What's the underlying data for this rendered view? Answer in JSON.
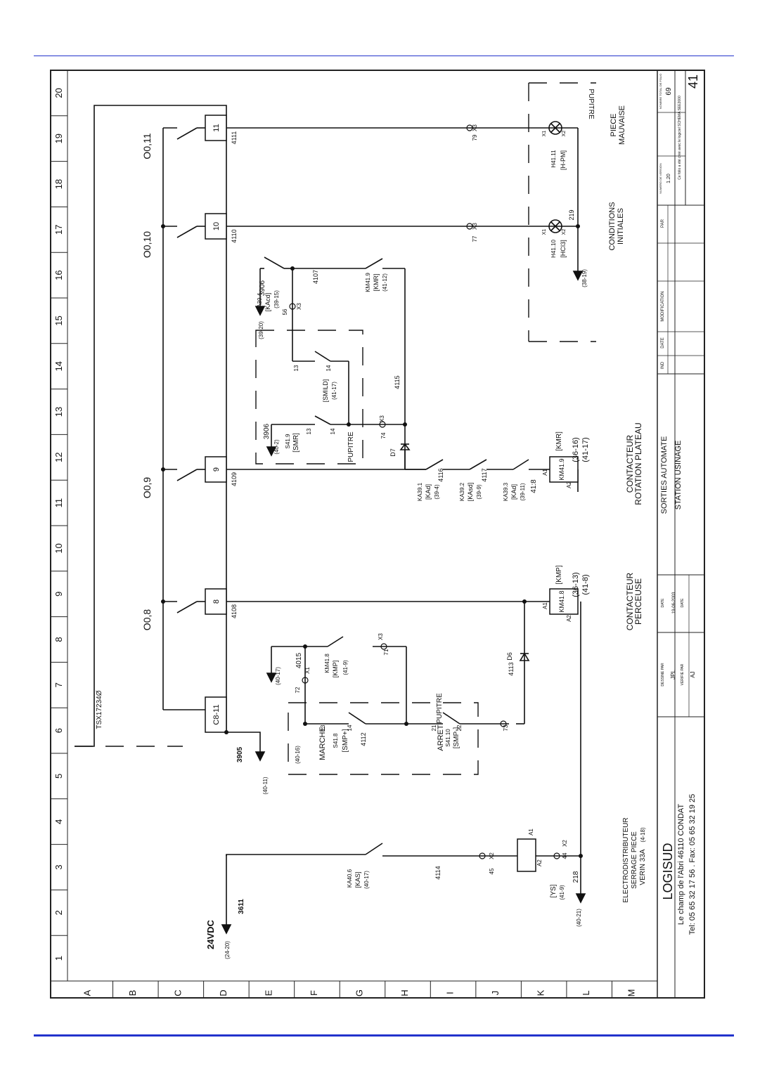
{
  "grid": {
    "columns": [
      "1",
      "2",
      "3",
      "4",
      "5",
      "6",
      "7",
      "8",
      "9",
      "10",
      "11",
      "12",
      "13",
      "14",
      "15",
      "16",
      "17",
      "18",
      "19",
      "20"
    ],
    "rows": [
      "A",
      "B",
      "C",
      "D",
      "E",
      "F",
      "G",
      "H",
      "I",
      "J",
      "K",
      "L",
      "M"
    ]
  },
  "bus": {
    "supply": "24VDC",
    "supply_ref": "(24-20)",
    "supply_wire": "3611",
    "module": "TSX17234Ø",
    "common": "C8-11",
    "common_wire": "3905",
    "common_ref": "(40-11)"
  },
  "outputs": [
    {
      "name": "O0,8",
      "terminal": "8",
      "wire": "4108"
    },
    {
      "name": "O0,9",
      "terminal": "9",
      "wire": "4109"
    },
    {
      "name": "O0,10",
      "terminal": "10",
      "wire": "4110"
    },
    {
      "name": "O0,11",
      "terminal": "11",
      "wire": "4111"
    }
  ],
  "texts": {
    "ka40_tag": "KA40.6",
    "ka40_name": "[KAS]",
    "ka40_ref": "(40-17)",
    "w4114": "4114",
    "x2": "X2",
    "t45": "45",
    "t44": "44",
    "a1": "A1",
    "a2": "A2",
    "ys_name": "[YS]",
    "ys_ref": "(41-9)",
    "w218": "218",
    "ref_4021": "(40-21)",
    "electro_1": "ELECTRODISTRIBUTEUR",
    "electro_2": "SERRAGE PIECE",
    "electro_3": "VERIN 33A",
    "electro_ref": "(4-18)",
    "marche": "MARCHE",
    "s418_tag": "S41.8",
    "s418_name": "[SMP+]",
    "ref_4016": "(40-16)",
    "t13": "13",
    "t14": "14",
    "t21": "21",
    "t22": "22",
    "arret": "ARRET",
    "s4110_tag": "S41.10",
    "s4110_name": "[SMP-]",
    "w4112": "4112",
    "pupitre": "PUPITRE",
    "t73": "73",
    "w4113": "4113",
    "d6": "D6",
    "x1": "X1",
    "t72": "72",
    "w4015": "4015",
    "ref_4017": "(40-17)",
    "km41_8_tag": "KM41.8",
    "km41_8_name": "[KMP]",
    "km41_8_ref": "(41-9)",
    "x3": "X3",
    "t71": "71",
    "km418_coil": "KM41.8",
    "kmp": "[KMP]",
    "ref_3613": "(36-13)",
    "ref_418": "(41-8)",
    "perc_1": "CONTACTEUR",
    "perc_2": "PERCEUSE",
    "ka391_tag": "KA39.1",
    "ka391_name": "[KAd]",
    "ka391_ref": "(39-4)",
    "ka392_tag": "KA39.2",
    "ka392_name": "[KAsd]",
    "ka392_ref": "(39-9)",
    "ka393_tag": "KA39.3",
    "ka393_name": "[KAd]",
    "ka393_ref": "(39-11)",
    "w4116": "4116",
    "w4117": "4117",
    "w418": "41:8",
    "km419_coil": "KM41.9",
    "kmr": "[KMR]",
    "ref_3616": "(36-16)",
    "ref_4117": "(41-17)",
    "rot_1": "CONTACTEUR",
    "rot_2": "ROTATION PLATEAU",
    "d7": "D7",
    "w3906": "3906",
    "ref_402": "(40-2)",
    "s419_tag": "S41.9",
    "s419_name": "[SMR]",
    "t74": "74",
    "w4115": "4115",
    "s4117_name": "[SMILD]",
    "s4117_ref": "(41-17)",
    "ka394_tag": "KA39.4",
    "ka394_name": "[KAcd]",
    "ka394_ref": "(39-15)",
    "t56": "56",
    "ref_3920": "(39-20)",
    "w4107": "4107",
    "km419_tag": "KM41.9",
    "km419_name": "[KMR]",
    "km419_ref": "(41-12)",
    "t77": "77",
    "t79": "79",
    "x1l": "X1",
    "x2l": "X2",
    "h4110_tag": "H41.10",
    "h4110_name": "[HCI3]",
    "h4111_tag": "H41.11",
    "h4111_name": "[H-PM]",
    "w219": "219",
    "ref_4119": "(38-19)",
    "cond_1": "CONDITIONS",
    "cond_2": "INITIALES",
    "piece_1": "PIECE",
    "piece_2": "MAUVAISE"
  },
  "title_block": {
    "company": "LOGISUD",
    "address": "Le champ de l'Abri    46110 CONDAT",
    "phone": "Tel: 05 65 32 17 56  .  Fax: 05 65 32 19 25",
    "drawn_by_label": "DESSINE PAR",
    "drawn_by": "JPL",
    "checked_by_label": "VERIFIE PAR",
    "checked_by": "AJ",
    "date_label": "DATE",
    "date": "19-06-2003",
    "title_1": "SORTIES AUTOMATE",
    "title_2": "STATION USINAGE",
    "ind_label": "IND",
    "mod_label": "MODIFICATION",
    "par_label": "PAR",
    "version_label": "NUMERO DE VERSION",
    "version": "1.20",
    "total_label": "NOMBRE TOTAL DE FOLIO",
    "total": "69",
    "note": "Ce folio a été créé avec le logiciel SCHEMA SEE2000",
    "folio": "41"
  }
}
